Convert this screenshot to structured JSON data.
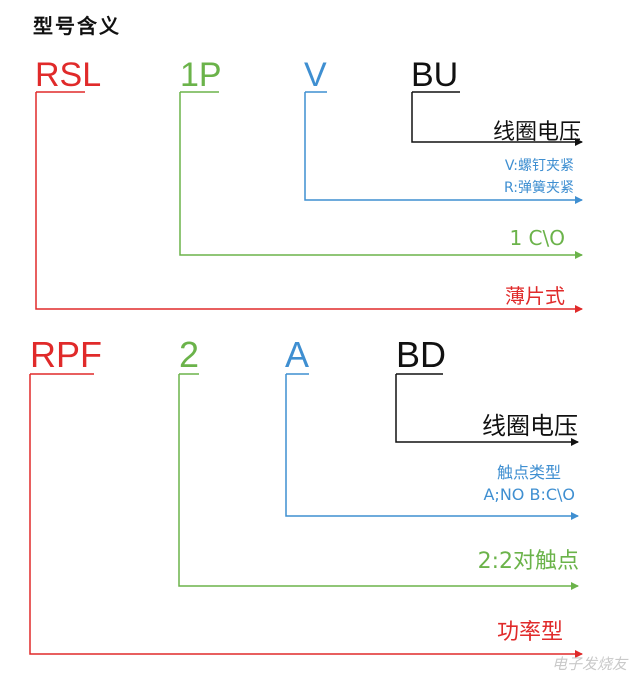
{
  "title": "型号含义",
  "diagrams": [
    {
      "codes": [
        {
          "text": "RSL",
          "color": "#e02a2a"
        },
        {
          "text": "1P",
          "color": "#6bb34a"
        },
        {
          "text": "V",
          "color": "#3f8fd1"
        },
        {
          "text": "BU",
          "color": "#111111"
        }
      ],
      "labels": {
        "coil_voltage": "线圈电压",
        "clamp_v": "V:螺钉夹紧",
        "clamp_r": "R:弹簧夹紧",
        "contacts": "1 C\\O",
        "style": "薄片式"
      }
    },
    {
      "codes": [
        {
          "text": "RPF",
          "color": "#e02a2a"
        },
        {
          "text": "2",
          "color": "#6bb34a"
        },
        {
          "text": "A",
          "color": "#3f8fd1"
        },
        {
          "text": "BD",
          "color": "#111111"
        }
      ],
      "labels": {
        "coil_voltage": "线圈电压",
        "contact_type": "触点类型",
        "contact_options": "A;NO  B:C\\O",
        "contacts": "2:2对触点",
        "style": "功率型"
      }
    }
  ],
  "watermark": "电子发烧友"
}
